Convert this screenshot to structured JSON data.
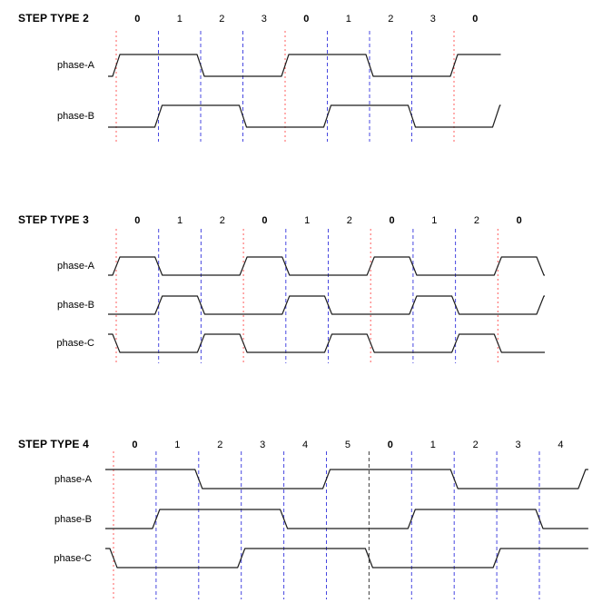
{
  "page": {
    "background": "#ffffff",
    "description": "Stepper motor step-type phase timing diagrams"
  },
  "colors": {
    "waveform": "#1c1c1c",
    "text": "#000000",
    "line_red": "#ff5c5c",
    "line_blue": "#4747e0",
    "line_black": "#3d3d3d"
  },
  "diagrams": [
    {
      "title": "STEP TYPE 2",
      "steps": [
        {
          "label": "0",
          "bold": true,
          "line": "red"
        },
        {
          "label": "1",
          "bold": false,
          "line": "blue"
        },
        {
          "label": "2",
          "bold": false,
          "line": "blue"
        },
        {
          "label": "3",
          "bold": false,
          "line": "blue"
        },
        {
          "label": "0",
          "bold": true,
          "line": "red"
        },
        {
          "label": "1",
          "bold": false,
          "line": "blue"
        },
        {
          "label": "2",
          "bold": false,
          "line": "blue"
        },
        {
          "label": "3",
          "bold": false,
          "line": "blue"
        },
        {
          "label": "0",
          "bold": true,
          "line": "red"
        }
      ],
      "phases": [
        {
          "label": "phase-A",
          "pre": 0,
          "levels": [
            1,
            1,
            0,
            0,
            1,
            1,
            0,
            0,
            1
          ],
          "post": 1
        },
        {
          "label": "phase-B",
          "pre": 0,
          "levels": [
            0,
            1,
            1,
            0,
            0,
            1,
            1,
            0,
            0
          ],
          "post": 1
        }
      ]
    },
    {
      "title": "STEP TYPE 3",
      "steps": [
        {
          "label": "0",
          "bold": true,
          "line": "red"
        },
        {
          "label": "1",
          "bold": false,
          "line": "blue"
        },
        {
          "label": "2",
          "bold": false,
          "line": "blue"
        },
        {
          "label": "0",
          "bold": true,
          "line": "red"
        },
        {
          "label": "1",
          "bold": false,
          "line": "blue"
        },
        {
          "label": "2",
          "bold": false,
          "line": "blue"
        },
        {
          "label": "0",
          "bold": true,
          "line": "red"
        },
        {
          "label": "1",
          "bold": false,
          "line": "blue"
        },
        {
          "label": "2",
          "bold": false,
          "line": "blue"
        },
        {
          "label": "0",
          "bold": true,
          "line": "red"
        }
      ],
      "phases": [
        {
          "label": "phase-A",
          "pre": 0,
          "levels": [
            1,
            0,
            0,
            1,
            0,
            0,
            1,
            0,
            0,
            1
          ],
          "post": 0
        },
        {
          "label": "phase-B",
          "pre": 0,
          "levels": [
            0,
            1,
            0,
            0,
            1,
            0,
            0,
            1,
            0,
            0
          ],
          "post": 1
        },
        {
          "label": "phase-C",
          "pre": 1,
          "levels": [
            0,
            0,
            1,
            0,
            0,
            1,
            0,
            0,
            1,
            0
          ],
          "post": 0
        }
      ]
    },
    {
      "title": "STEP TYPE 4",
      "steps": [
        {
          "label": "0",
          "bold": true,
          "line": "red"
        },
        {
          "label": "1",
          "bold": false,
          "line": "blue"
        },
        {
          "label": "2",
          "bold": false,
          "line": "blue"
        },
        {
          "label": "3",
          "bold": false,
          "line": "blue"
        },
        {
          "label": "4",
          "bold": false,
          "line": "blue"
        },
        {
          "label": "5",
          "bold": false,
          "line": "blue"
        },
        {
          "label": "0",
          "bold": true,
          "line": "black"
        },
        {
          "label": "1",
          "bold": false,
          "line": "blue"
        },
        {
          "label": "2",
          "bold": false,
          "line": "blue"
        },
        {
          "label": "3",
          "bold": false,
          "line": "blue"
        },
        {
          "label": "4",
          "bold": false,
          "line": "blue"
        }
      ],
      "phases": [
        {
          "label": "phase-A",
          "pre": 1,
          "levels": [
            1,
            1,
            0,
            0,
            0,
            1,
            1,
            1,
            0,
            0,
            0
          ],
          "post": 1
        },
        {
          "label": "phase-B",
          "pre": 0,
          "levels": [
            0,
            1,
            1,
            1,
            0,
            0,
            0,
            1,
            1,
            1,
            0
          ],
          "post": 0
        },
        {
          "label": "phase-C",
          "pre": 1,
          "levels": [
            0,
            0,
            0,
            1,
            1,
            1,
            0,
            0,
            0,
            1,
            1
          ],
          "post": 1
        }
      ]
    }
  ]
}
